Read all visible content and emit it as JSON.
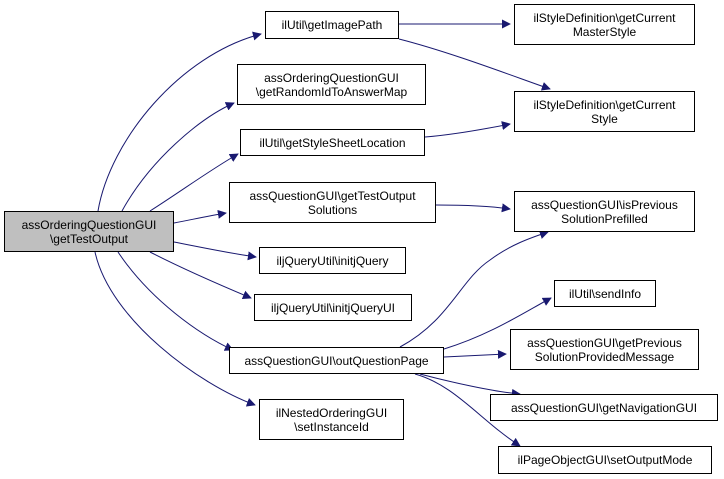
{
  "graph": {
    "edge_color": "#191970",
    "root_fill": "#bfbfbf",
    "nodes": [
      {
        "id": "root",
        "lines": [
          "assOrderingQuestionGUI",
          "\\getTestOutput"
        ],
        "root": true
      },
      {
        "id": "getImagePath",
        "lines": [
          "ilUtil\\getImagePath"
        ]
      },
      {
        "id": "getCurrentMasterStyle",
        "lines": [
          "ilStyleDefinition\\getCurrent",
          "MasterStyle"
        ]
      },
      {
        "id": "getRandomIdToAnswerMap",
        "lines": [
          "assOrderingQuestionGUI",
          "\\getRandomIdToAnswerMap"
        ]
      },
      {
        "id": "getCurrentStyle",
        "lines": [
          "ilStyleDefinition\\getCurrent",
          "Style"
        ]
      },
      {
        "id": "getStyleSheetLocation",
        "lines": [
          "ilUtil\\getStyleSheetLocation"
        ]
      },
      {
        "id": "getTestOutputSolutions",
        "lines": [
          "assQuestionGUI\\getTestOutput",
          "Solutions"
        ]
      },
      {
        "id": "isPreviousSolutionPrefilled",
        "lines": [
          "assQuestionGUI\\isPrevious",
          "SolutionPrefilled"
        ]
      },
      {
        "id": "initjQuery",
        "lines": [
          "iljQueryUtil\\initjQuery"
        ]
      },
      {
        "id": "initjQueryUI",
        "lines": [
          "iljQueryUtil\\initjQueryUI"
        ]
      },
      {
        "id": "sendInfo",
        "lines": [
          "ilUtil\\sendInfo"
        ]
      },
      {
        "id": "outQuestionPage",
        "lines": [
          "assQuestionGUI\\outQuestionPage"
        ]
      },
      {
        "id": "getPreviousSolutionProvidedMessage",
        "lines": [
          "assQuestionGUI\\getPrevious",
          "SolutionProvidedMessage"
        ]
      },
      {
        "id": "getNavigationGUI",
        "lines": [
          "assQuestionGUI\\getNavigationGUI"
        ]
      },
      {
        "id": "setInstanceId",
        "lines": [
          "ilNestedOrderingGUI",
          "\\setInstanceId"
        ]
      },
      {
        "id": "setOutputMode",
        "lines": [
          "ilPageObjectGUI\\setOutputMode"
        ]
      }
    ],
    "edges": [
      {
        "from": "root",
        "to": "getImagePath"
      },
      {
        "from": "root",
        "to": "getRandomIdToAnswerMap"
      },
      {
        "from": "root",
        "to": "getStyleSheetLocation"
      },
      {
        "from": "root",
        "to": "getTestOutputSolutions"
      },
      {
        "from": "root",
        "to": "initjQuery"
      },
      {
        "from": "root",
        "to": "initjQueryUI"
      },
      {
        "from": "root",
        "to": "outQuestionPage"
      },
      {
        "from": "root",
        "to": "setInstanceId"
      },
      {
        "from": "getImagePath",
        "to": "getCurrentMasterStyle"
      },
      {
        "from": "getImagePath",
        "to": "getCurrentStyle"
      },
      {
        "from": "getStyleSheetLocation",
        "to": "getCurrentStyle"
      },
      {
        "from": "getTestOutputSolutions",
        "to": "isPreviousSolutionPrefilled"
      },
      {
        "from": "outQuestionPage",
        "to": "isPreviousSolutionPrefilled"
      },
      {
        "from": "outQuestionPage",
        "to": "sendInfo"
      },
      {
        "from": "outQuestionPage",
        "to": "getPreviousSolutionProvidedMessage"
      },
      {
        "from": "outQuestionPage",
        "to": "getNavigationGUI"
      },
      {
        "from": "outQuestionPage",
        "to": "setOutputMode"
      }
    ]
  }
}
